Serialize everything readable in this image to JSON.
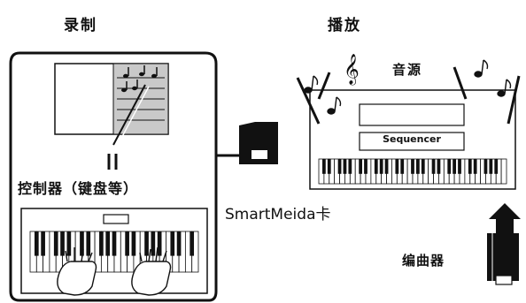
{
  "recording": {
    "title": "录制",
    "controller_label": "控制器（键盘等）"
  },
  "playback": {
    "title": "播放",
    "sound_source_label": "音源",
    "sequencer_label": "Sequencer"
  },
  "media": {
    "card_label": "SmartMeida卡"
  },
  "sequencer_device": {
    "label": "编曲器"
  },
  "colors": {
    "ink": "#111111",
    "paper": "#ffffff",
    "gray": "#b8b8b8"
  }
}
